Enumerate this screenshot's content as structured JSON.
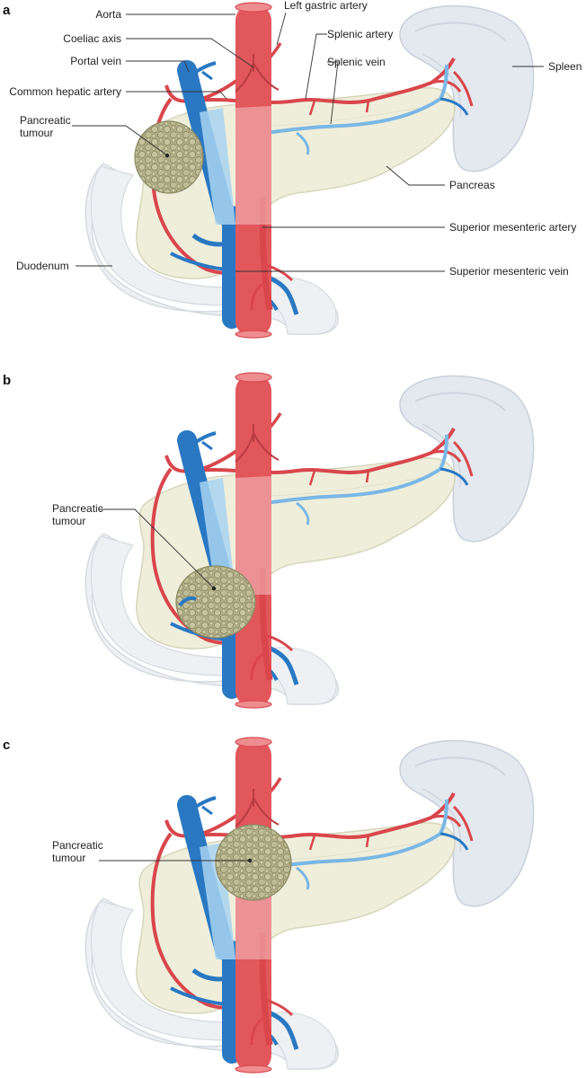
{
  "panels": [
    {
      "letter": "a",
      "labels": {
        "aorta": "Aorta",
        "coeliac_axis": "Coeliac axis",
        "portal_vein": "Portal vein",
        "common_hepatic_artery": "Common hepatic artery",
        "pancreatic_tumour_line1": "Pancreatic",
        "pancreatic_tumour_line2": "tumour",
        "duodenum": "Duodenum",
        "left_gastric_artery": "Left gastric artery",
        "splenic_artery": "Splenic artery",
        "splenic_vein": "Splenic vein",
        "spleen": "Spleen",
        "pancreas": "Pancreas",
        "superior_mesenteric_artery": "Superior mesenteric artery",
        "superior_mesenteric_vein": "Superior mesenteric vein"
      }
    },
    {
      "letter": "b",
      "labels": {
        "pancreatic_tumour_line1": "Pancreatic",
        "pancreatic_tumour_line2": "tumour"
      }
    },
    {
      "letter": "c",
      "labels": {
        "pancreatic_tumour_line1": "Pancreatic",
        "pancreatic_tumour_line2": "tumour"
      }
    }
  ],
  "colors": {
    "aorta": "#e2575c",
    "artery": "#d9464c",
    "vein": "#2a78c2",
    "portal_vein_overlay": "#8ec8ec",
    "pancreas": "#efeedb",
    "tumour": "#b0ae86",
    "duodenum": "#eef0f3",
    "spleen": "#e3e8ef"
  }
}
